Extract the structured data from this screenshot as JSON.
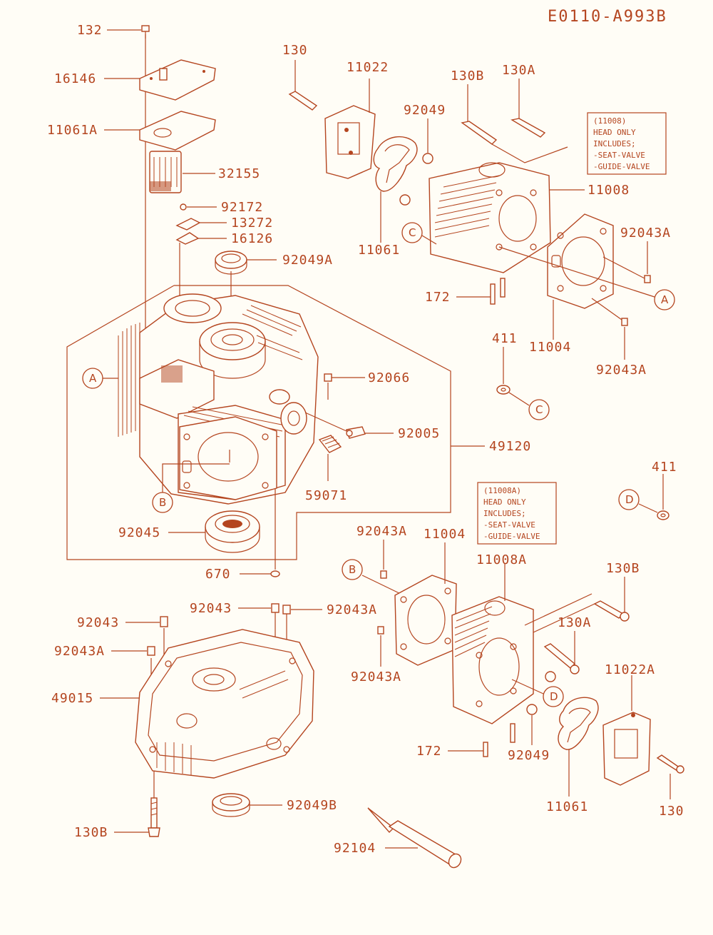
{
  "diagram_code": "E0110-A993B",
  "accent_color": "#b4451f",
  "labels": {
    "l132": "132",
    "l16146": "16146",
    "l11061A": "11061A",
    "l32155": "32155",
    "l92172": "92172",
    "l13272": "13272",
    "l16126": "16126",
    "l92049A": "92049A",
    "l92066": "92066",
    "l92005": "92005",
    "l49120": "49120",
    "l59071": "59071",
    "l92045": "92045",
    "l670": "670",
    "l130_top": "130",
    "l11022": "11022",
    "l92049_top": "92049",
    "l130B_top": "130B",
    "l130A_top": "130A",
    "l11008": "11008",
    "l11061_top": "11061",
    "l92043A_r1": "92043A",
    "l172_top": "172",
    "l11004_top": "11004",
    "l92043A_r2": "92043A",
    "l411_top": "411",
    "l411_right": "411",
    "l92043A_m": "92043A",
    "l11004_mid": "11004",
    "l11008A": "11008A",
    "l130B_bot": "130B",
    "l130A_bot": "130A",
    "l92043_mid": "92043",
    "l92043A_mid2": "92043A",
    "l92043_left": "92043",
    "l92043A_left": "92043A",
    "l49015": "49015",
    "l92043A_bot": "92043A",
    "l11022A": "11022A",
    "l172_bot": "172",
    "l92049_bot": "92049",
    "l11061_bot": "11061",
    "l130_bot": "130",
    "l92049B": "92049B",
    "l130B_left": "130B",
    "l92104": "92104"
  },
  "callouts": {
    "A": "A",
    "B": "B",
    "C": "C",
    "D": "D"
  },
  "notes": {
    "n11008": {
      "line1": "(11008)",
      "line2": "HEAD ONLY",
      "line3": "INCLUDES;",
      "line4": "-SEAT-VALVE",
      "line5": "-GUIDE-VALVE"
    },
    "n11008A": {
      "line1": "(11008A)",
      "line2": "HEAD ONLY",
      "line3": "INCLUDES;",
      "line4": "-SEAT-VALVE",
      "line5": "-GUIDE-VALVE"
    }
  }
}
